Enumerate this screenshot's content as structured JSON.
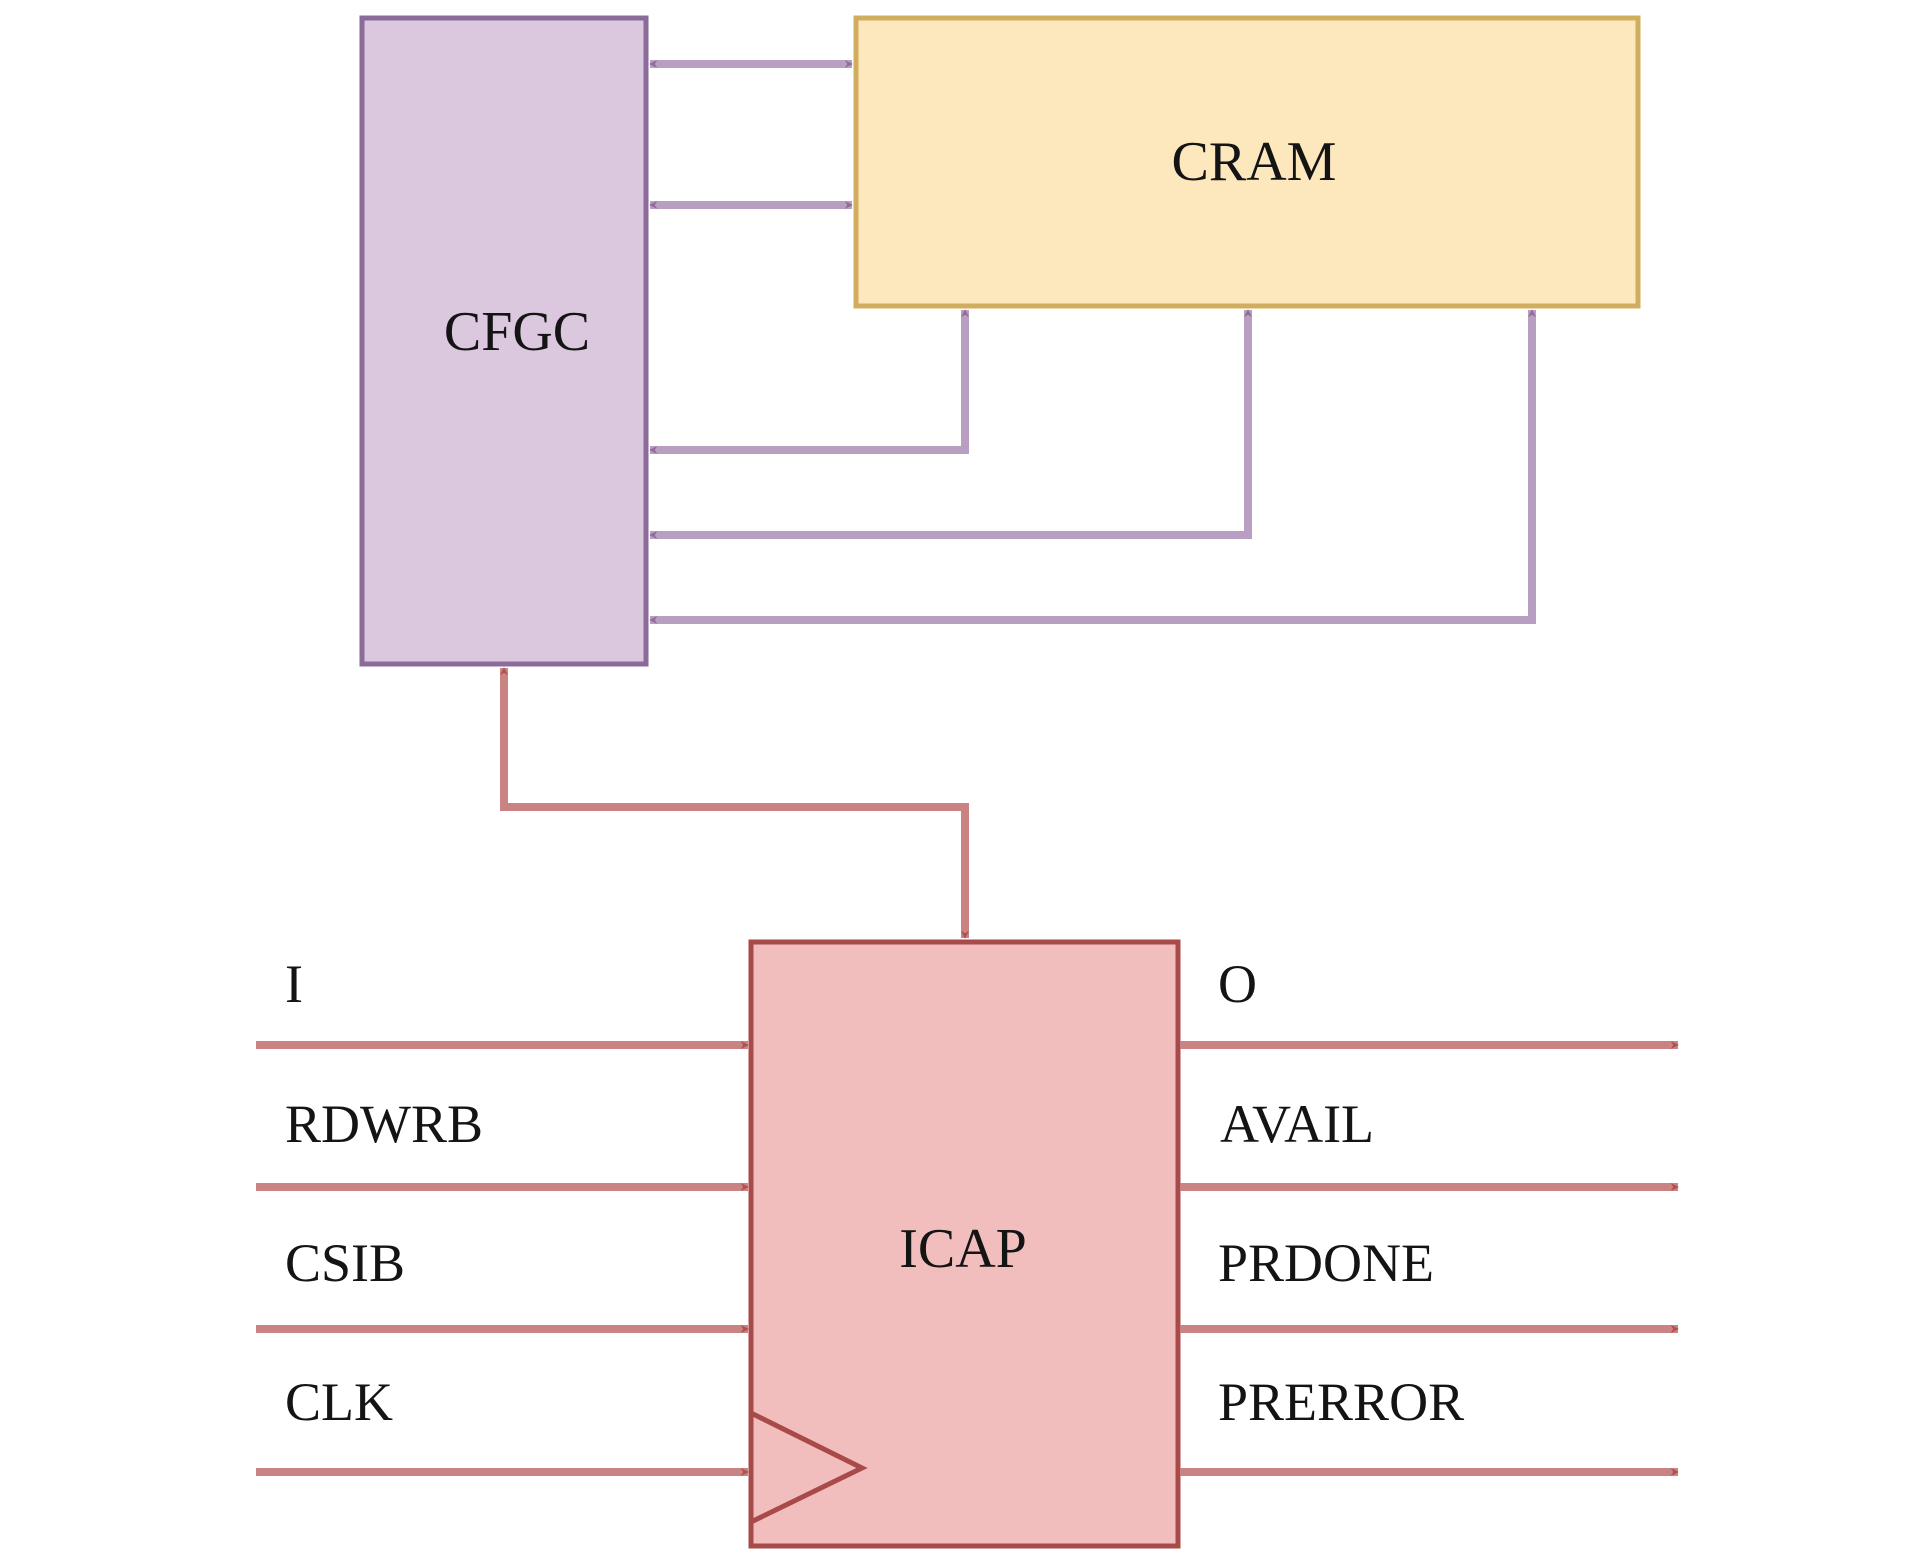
{
  "blocks": {
    "cfgc": {
      "label": "CFGC",
      "fill": "#dcc8de",
      "stroke": "#8a6b9a"
    },
    "cram": {
      "label": "CRAM",
      "fill": "#fde8bd",
      "stroke": "#d1ad5f"
    },
    "icap": {
      "label": "ICAP",
      "fill": "#f2bebd",
      "stroke": "#a84a4a"
    }
  },
  "colors": {
    "purple_link": "#8f6d9a",
    "purple_line": "#b89ec0",
    "red_link": "#b24f4f",
    "red_line": "#c98383"
  },
  "icap_inputs": [
    "I",
    "RDWRB",
    "CSIB",
    "CLK"
  ],
  "icap_outputs": [
    "O",
    "AVAIL",
    "PRDONE",
    "PRERROR"
  ]
}
